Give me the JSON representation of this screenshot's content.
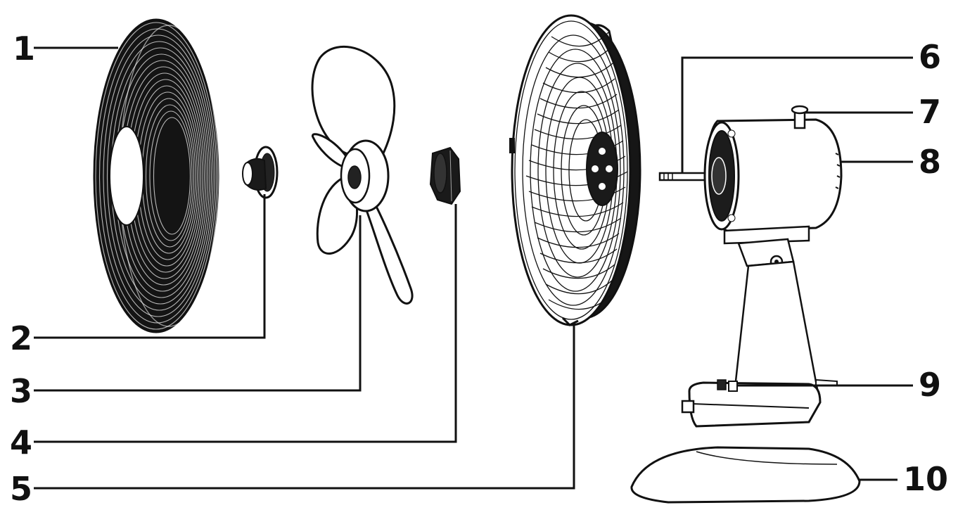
{
  "diagram": {
    "callouts": [
      {
        "id": "1",
        "label": "1"
      },
      {
        "id": "2",
        "label": "2"
      },
      {
        "id": "3",
        "label": "3"
      },
      {
        "id": "4",
        "label": "4"
      },
      {
        "id": "5",
        "label": "5"
      },
      {
        "id": "6",
        "label": "6"
      },
      {
        "id": "7",
        "label": "7"
      },
      {
        "id": "8",
        "label": "8"
      },
      {
        "id": "9",
        "label": "9"
      },
      {
        "id": "10",
        "label": "10"
      }
    ]
  },
  "colors": {
    "ink": "#111111",
    "background": "#ffffff"
  }
}
